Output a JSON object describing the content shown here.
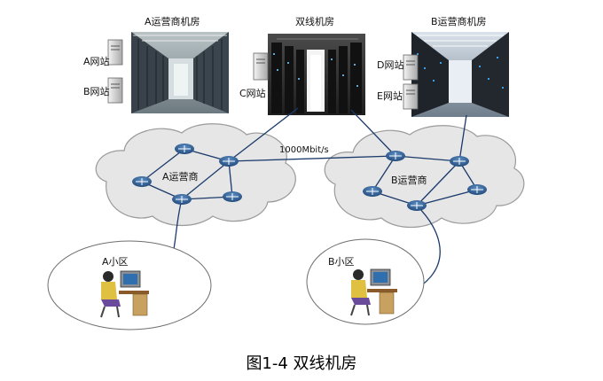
{
  "rooms": {
    "a_title": "A运营商机房",
    "dual_title": "双线机房",
    "b_title": "B运营商机房"
  },
  "sites": {
    "a": "A网站",
    "b": "B网站",
    "c": "C网站",
    "d": "D网站",
    "e": "E网站"
  },
  "networks": {
    "a_operator": "A运营商",
    "b_operator": "B运营商",
    "link_speed": "1000Mbit/s"
  },
  "communities": {
    "a": "A小区",
    "b": "B小区"
  },
  "caption": "图1-4 双线机房",
  "colors": {
    "cloud_fill": "#e6e6e6",
    "cloud_stroke": "#9a9a9a",
    "router": "#2c5d93",
    "link": "#1b3a6b"
  }
}
